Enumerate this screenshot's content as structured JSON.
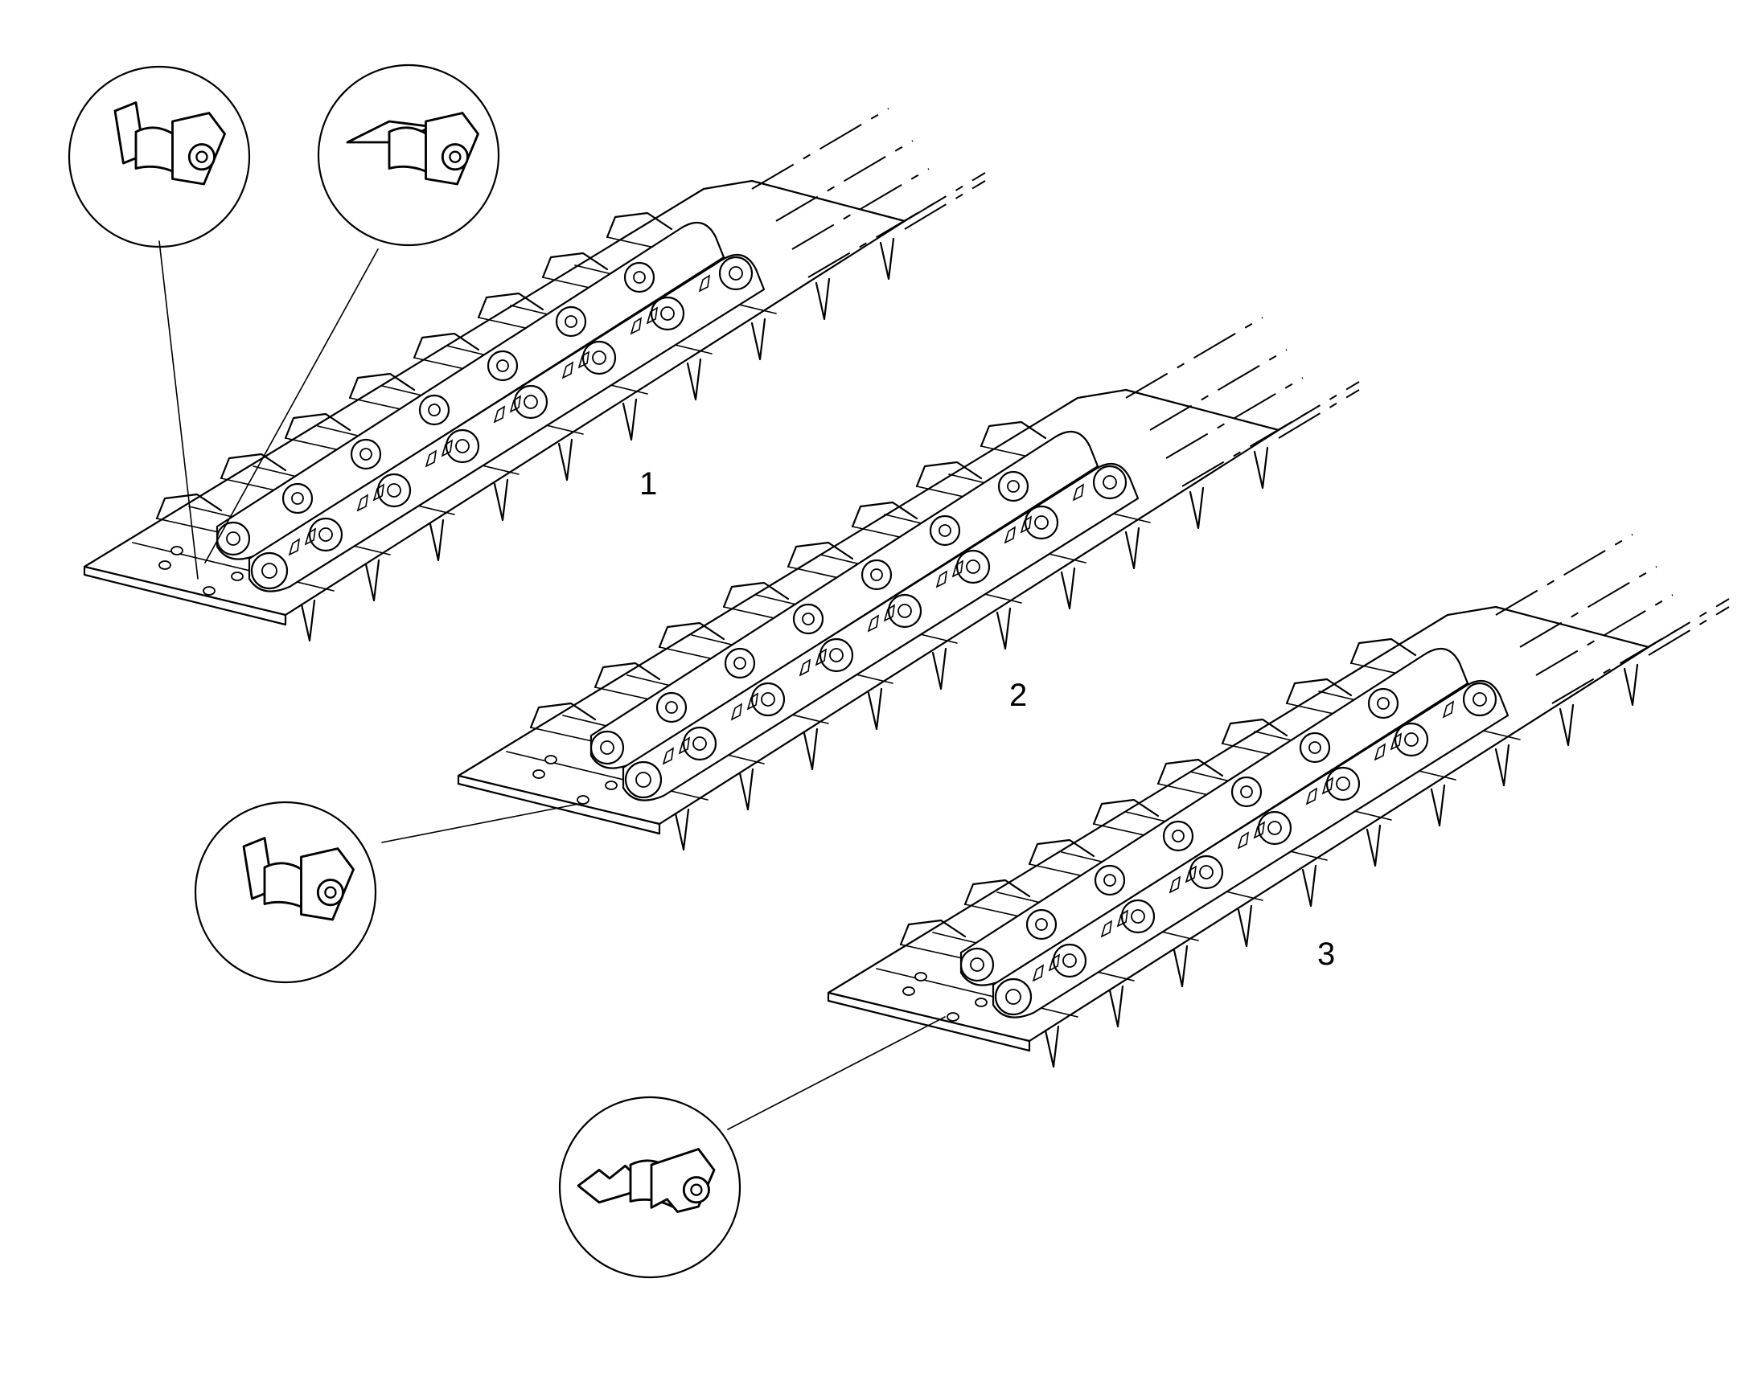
{
  "assemblies": [
    {
      "label": "1"
    },
    {
      "label": "2"
    },
    {
      "label": "3"
    }
  ],
  "detail_views": [
    {
      "id": "detail-a"
    },
    {
      "id": "detail-b"
    },
    {
      "id": "detail-c"
    },
    {
      "id": "detail-d"
    }
  ],
  "colors": {
    "line": "#000000",
    "background": "#ffffff"
  }
}
